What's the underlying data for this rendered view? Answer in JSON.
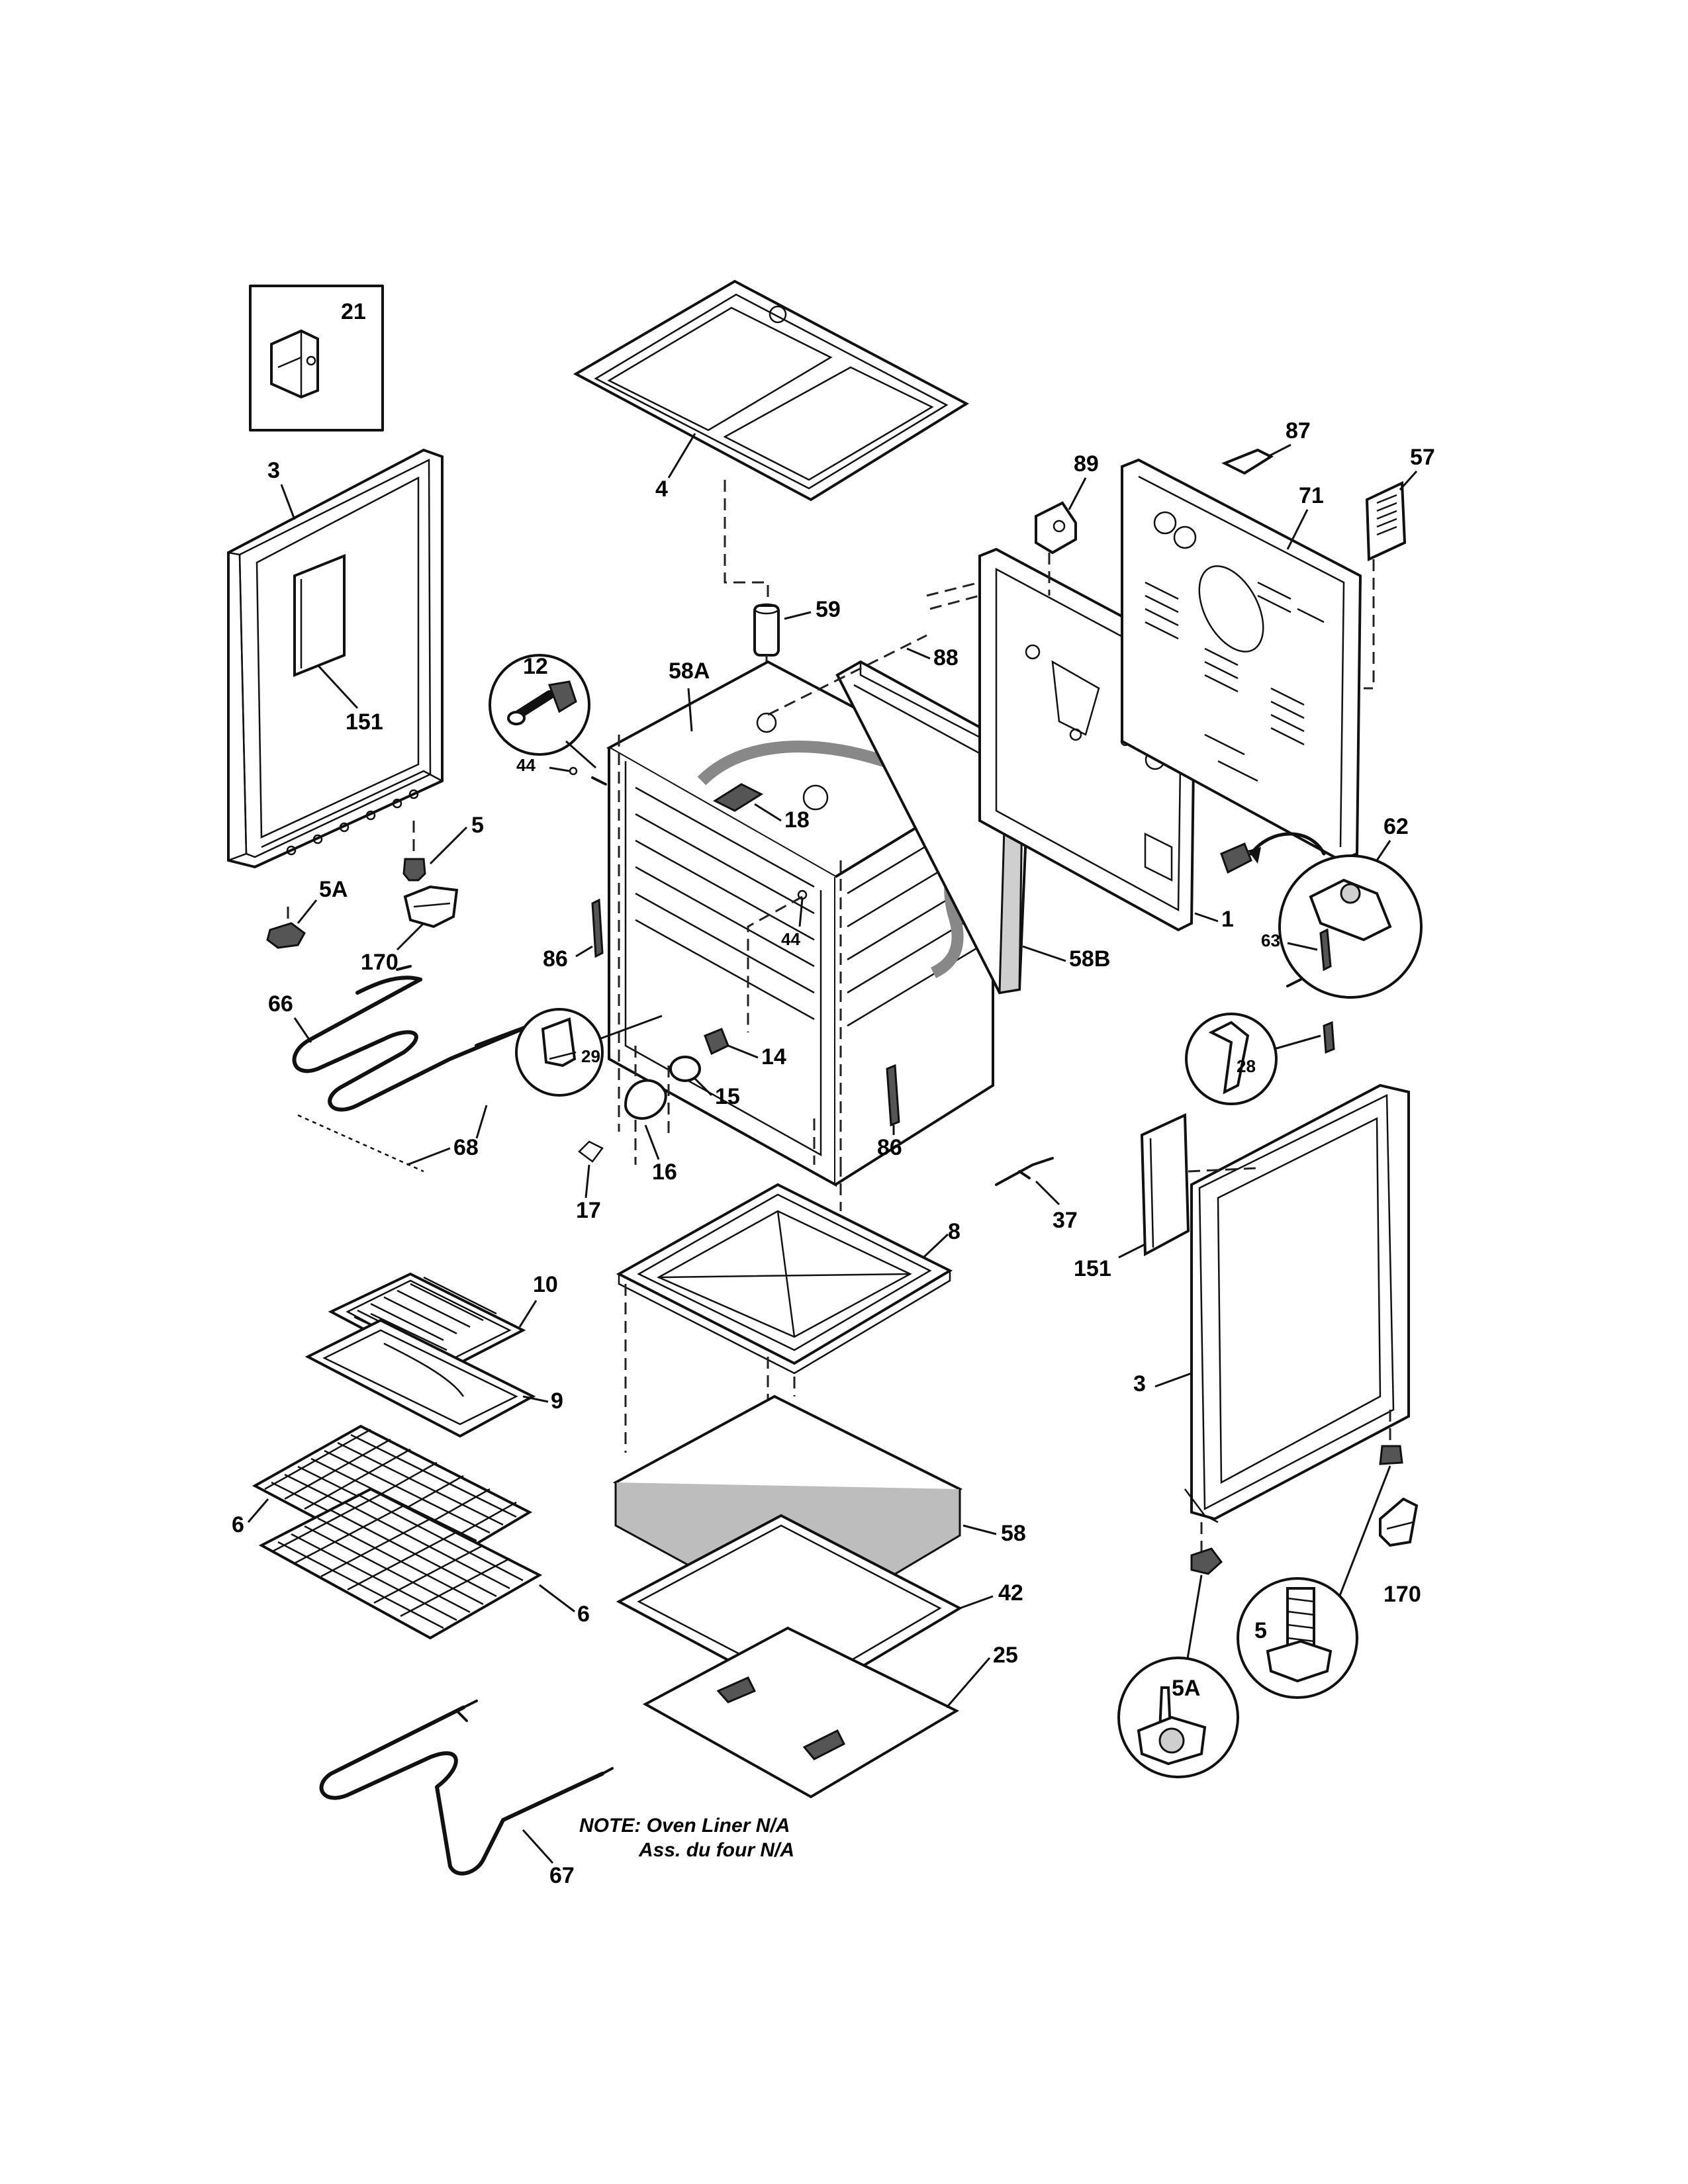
{
  "labels": {
    "p21": "21",
    "p3_left": "3",
    "p151_left": "151",
    "p5_left": "5",
    "p5A_left": "5A",
    "p170_left": "170",
    "p4": "4",
    "p59": "59",
    "p58A": "58A",
    "p88": "88",
    "p12": "12",
    "p44_left": "44",
    "p18": "18",
    "p44_mid": "44",
    "p86_left": "86",
    "p58B": "58B",
    "p89": "89",
    "p87": "87",
    "p71": "71",
    "p57": "57",
    "p62": "62",
    "p63": "63",
    "p1": "1",
    "p66": "66",
    "p68": "68",
    "p29": "29",
    "p14": "14",
    "p15": "15",
    "p16": "16",
    "p17": "17",
    "p86_mid": "86",
    "p28": "28",
    "p37": "37",
    "p151_right": "151",
    "p8": "8",
    "p10": "10",
    "p9": "9",
    "p3_right": "3",
    "p6_upper": "6",
    "p6_lower": "6",
    "p58": "58",
    "p42": "42",
    "p25": "25",
    "p5_right": "5",
    "p170_right": "170",
    "p5A_right": "5A",
    "p67": "67"
  },
  "note": {
    "line1": "NOTE: Oven Liner N/A",
    "line2": "Ass. du four N/A"
  }
}
